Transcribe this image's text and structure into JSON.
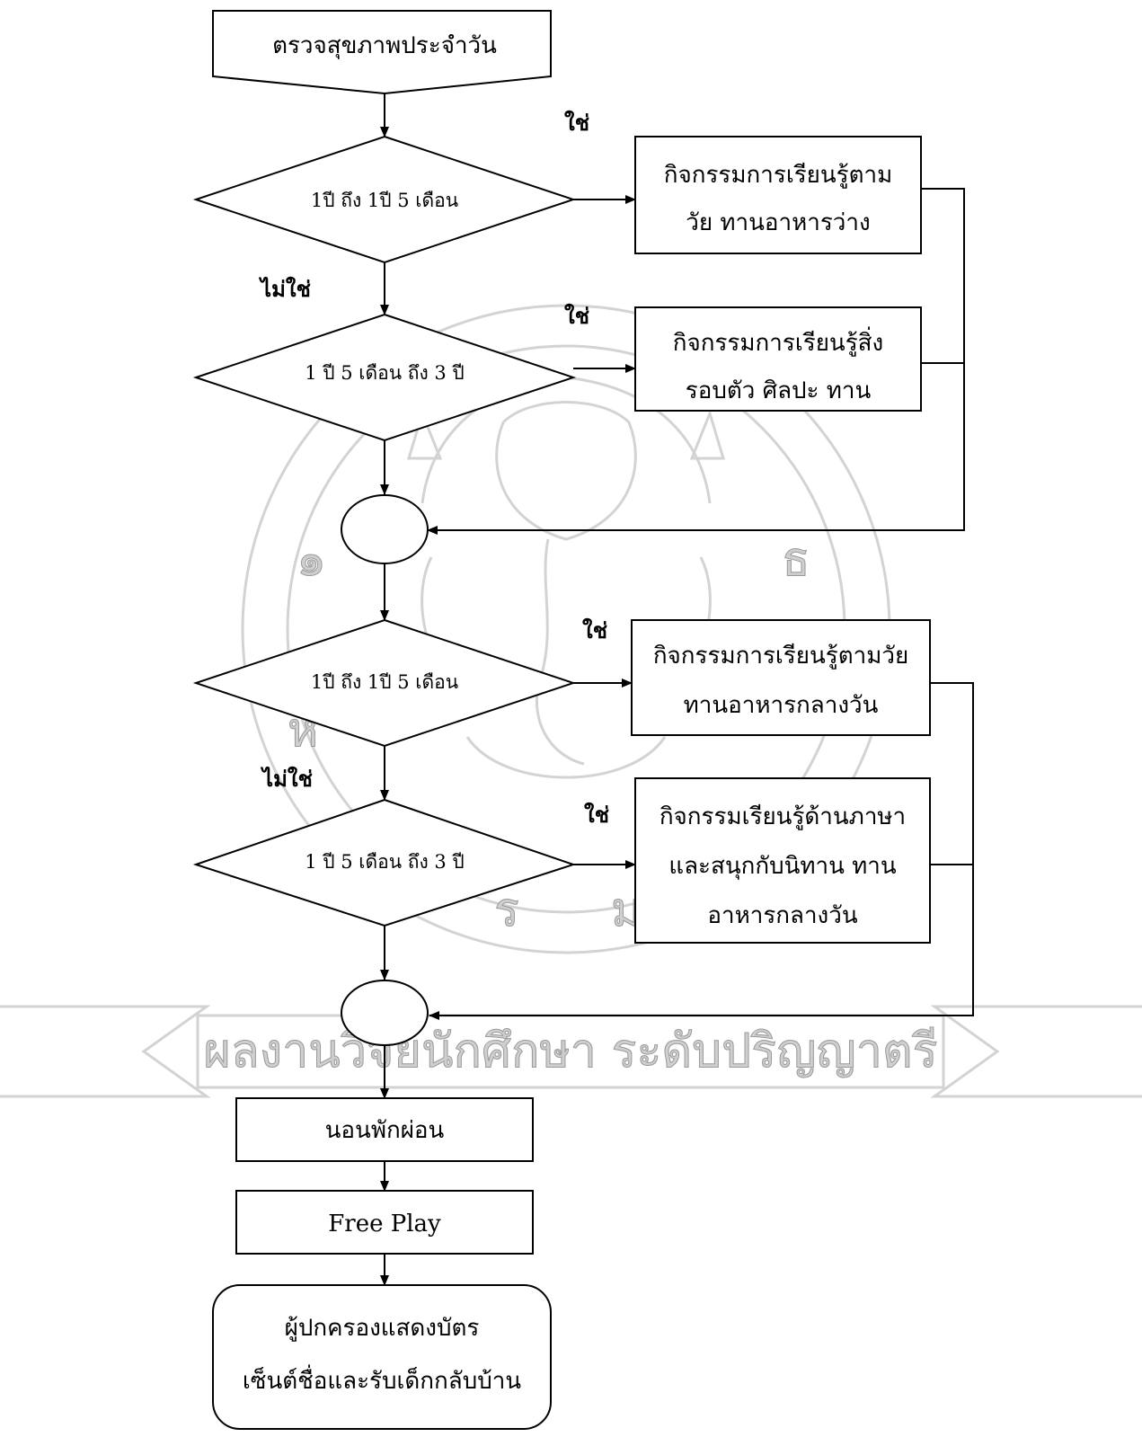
{
  "watermark": {
    "text": "ผลงานวิจัยนักศึกษา ระดับปริญญาตรี",
    "seal_letters": [
      "๑",
      "ธ",
      "ร",
      "ม",
      "ห"
    ]
  },
  "nodes": {
    "start": "ตรวจสุขภาพประจำวัน",
    "decision1": "1ปี ถึง 1ปี 5 เดือน",
    "decision2": "1 ปี 5 เดือน ถึง 3 ปี",
    "activity1": [
      "กิจกรรมการเรียนรู้ตาม",
      "วัย ทานอาหารว่าง"
    ],
    "activity2": [
      "กิจกรรมการเรียนรู้สิ่ง",
      "รอบตัว ศิลปะ ทาน"
    ],
    "decision3": "1ปี ถึง 1ปี 5 เดือน",
    "decision4": "1 ปี 5 เดือน ถึง 3 ปี",
    "activity3": [
      "กิจกรรมการเรียนรู้ตามวัย",
      "ทานอาหารกลางวัน"
    ],
    "activity4": [
      "กิจกรรมเรียนรู้ด้านภาษา",
      "และสนุกกับนิทาน  ทาน",
      "อาหารกลางวัน"
    ],
    "rest": "นอนพักผ่อน",
    "freeplay": "Free Play",
    "end": [
      "ผู้ปกครองแสดงบัตร",
      "เซ็นต์ชื่อและรับเด็กกลับบ้าน"
    ]
  },
  "labels": {
    "yes": "ใช่",
    "no": "ไม่ใช่"
  },
  "colors": {
    "line": "#000000",
    "watermark": "#d3d3d3"
  }
}
